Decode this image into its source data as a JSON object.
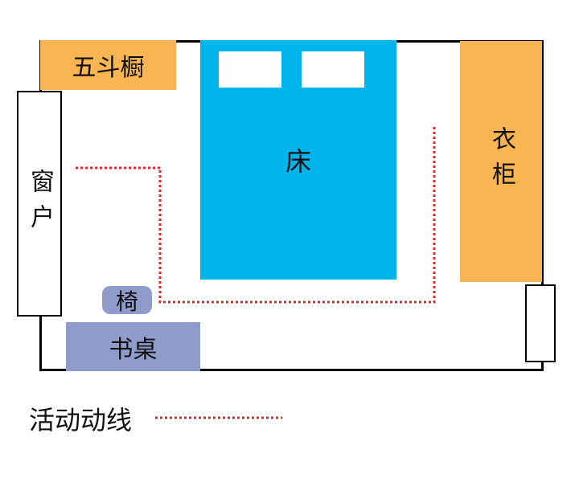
{
  "labels": {
    "dresser": "五斗橱",
    "window": "窗户",
    "bed": "床",
    "wardrobe": "衣柜",
    "chair": "椅",
    "desk": "书桌",
    "legend": "活动动线"
  },
  "colors": {
    "furniture_orange": "#F8B552",
    "bed_blue": "#00B5EC",
    "desk_purple": "#8E9BCB",
    "path_red": "#E0282A",
    "wall": "#000000"
  }
}
